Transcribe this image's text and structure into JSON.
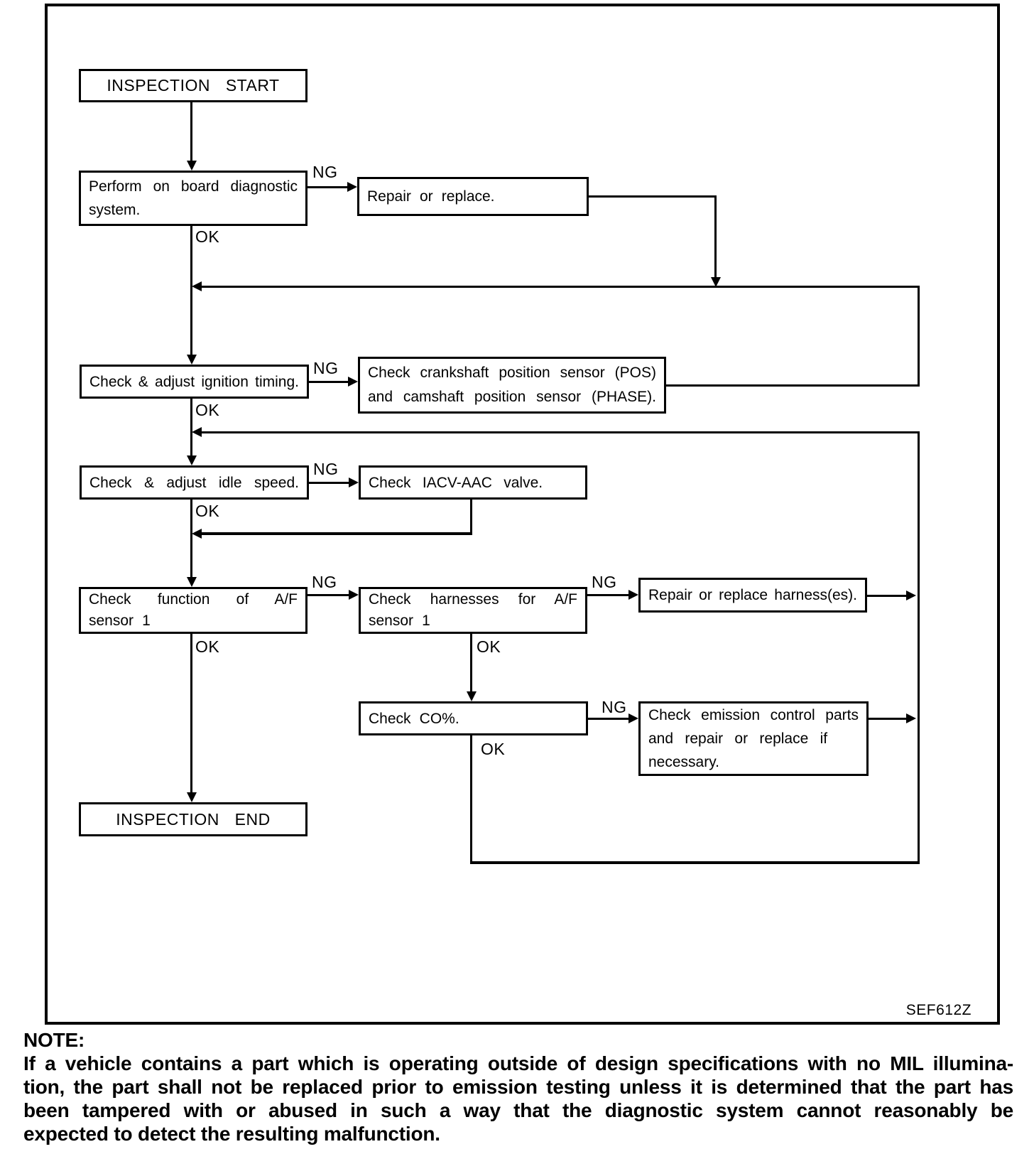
{
  "flowchart": {
    "figure_code": "SEF612Z",
    "decision_labels": {
      "ng": "NG",
      "ok": "OK"
    },
    "nodes": {
      "inspection_start": {
        "lines": [
          "INSPECTION START"
        ]
      },
      "perform_obd": {
        "lines": [
          "Perform on board diagnostic",
          "system."
        ]
      },
      "repair_or_replace": {
        "lines": [
          "Repair or replace."
        ]
      },
      "check_ignition_timing": {
        "lines": [
          "Check & adjust ignition timing."
        ]
      },
      "check_crank_cam_sensor": {
        "lines": [
          "Check crankshaft position sensor (POS)",
          "and camshaft position sensor (PHASE)."
        ]
      },
      "check_idle_speed": {
        "lines": [
          "Check & adjust idle speed."
        ]
      },
      "check_iacv_aac_valve": {
        "lines": [
          "Check IACV-AAC valve."
        ]
      },
      "check_af_sensor_function": {
        "lines": [
          "Check function of A/F",
          "sensor 1"
        ]
      },
      "check_af_sensor_harness": {
        "lines": [
          "Check harnesses for A/F",
          "sensor 1"
        ]
      },
      "repair_replace_harness": {
        "lines": [
          "Repair or replace harness(es)."
        ]
      },
      "check_co_percent": {
        "lines": [
          "Check CO%."
        ]
      },
      "check_emission_parts": {
        "lines": [
          "Check emission control parts",
          "and repair or replace if",
          "necessary."
        ]
      },
      "inspection_end": {
        "lines": [
          "INSPECTION END"
        ]
      }
    }
  },
  "note": {
    "heading": "NOTE:",
    "lines": [
      "If a vehicle contains a part which is operating outside of design specifications with no MIL illumina-",
      "tion, the part shall not be replaced prior to emission testing unless it is determined that the part has",
      "been tampered with or abused in such a way that the diagnostic system cannot reasonably be",
      "expected to detect the resulting malfunction."
    ]
  }
}
